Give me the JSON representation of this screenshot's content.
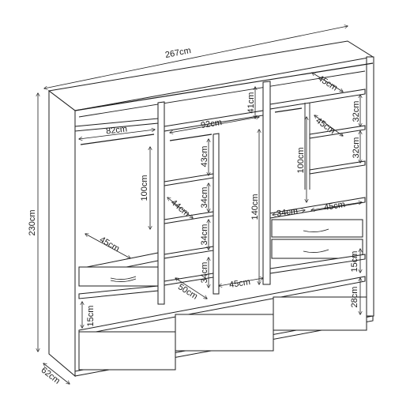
{
  "diagram": {
    "overall": {
      "width": "267cm",
      "height": "230cm",
      "depth": "62cm"
    },
    "left_section": {
      "rail_width": "82cm",
      "hanging_height": "100cm",
      "drawer_depth": "45cm",
      "drawer_height": "15cm"
    },
    "middle_section": {
      "top_width": "92cm",
      "top_height": "41cm",
      "shelf_heights": [
        "43cm",
        "34cm",
        "34cm",
        "34cm"
      ],
      "shelf_width": "44cm",
      "shelf_depth": "50cm",
      "long_hanging_height": "140cm",
      "long_hanging_width": "45cm"
    },
    "right_section": {
      "top_depth": "45cm",
      "shelf_heights": [
        "32cm",
        "32cm"
      ],
      "shelf_depth": "45cm",
      "hanging_height": "100cm",
      "hanging_width": "34cm",
      "shelf_width": "45cm",
      "drawer_height": "15cm",
      "bottom_height": "28cm"
    }
  }
}
